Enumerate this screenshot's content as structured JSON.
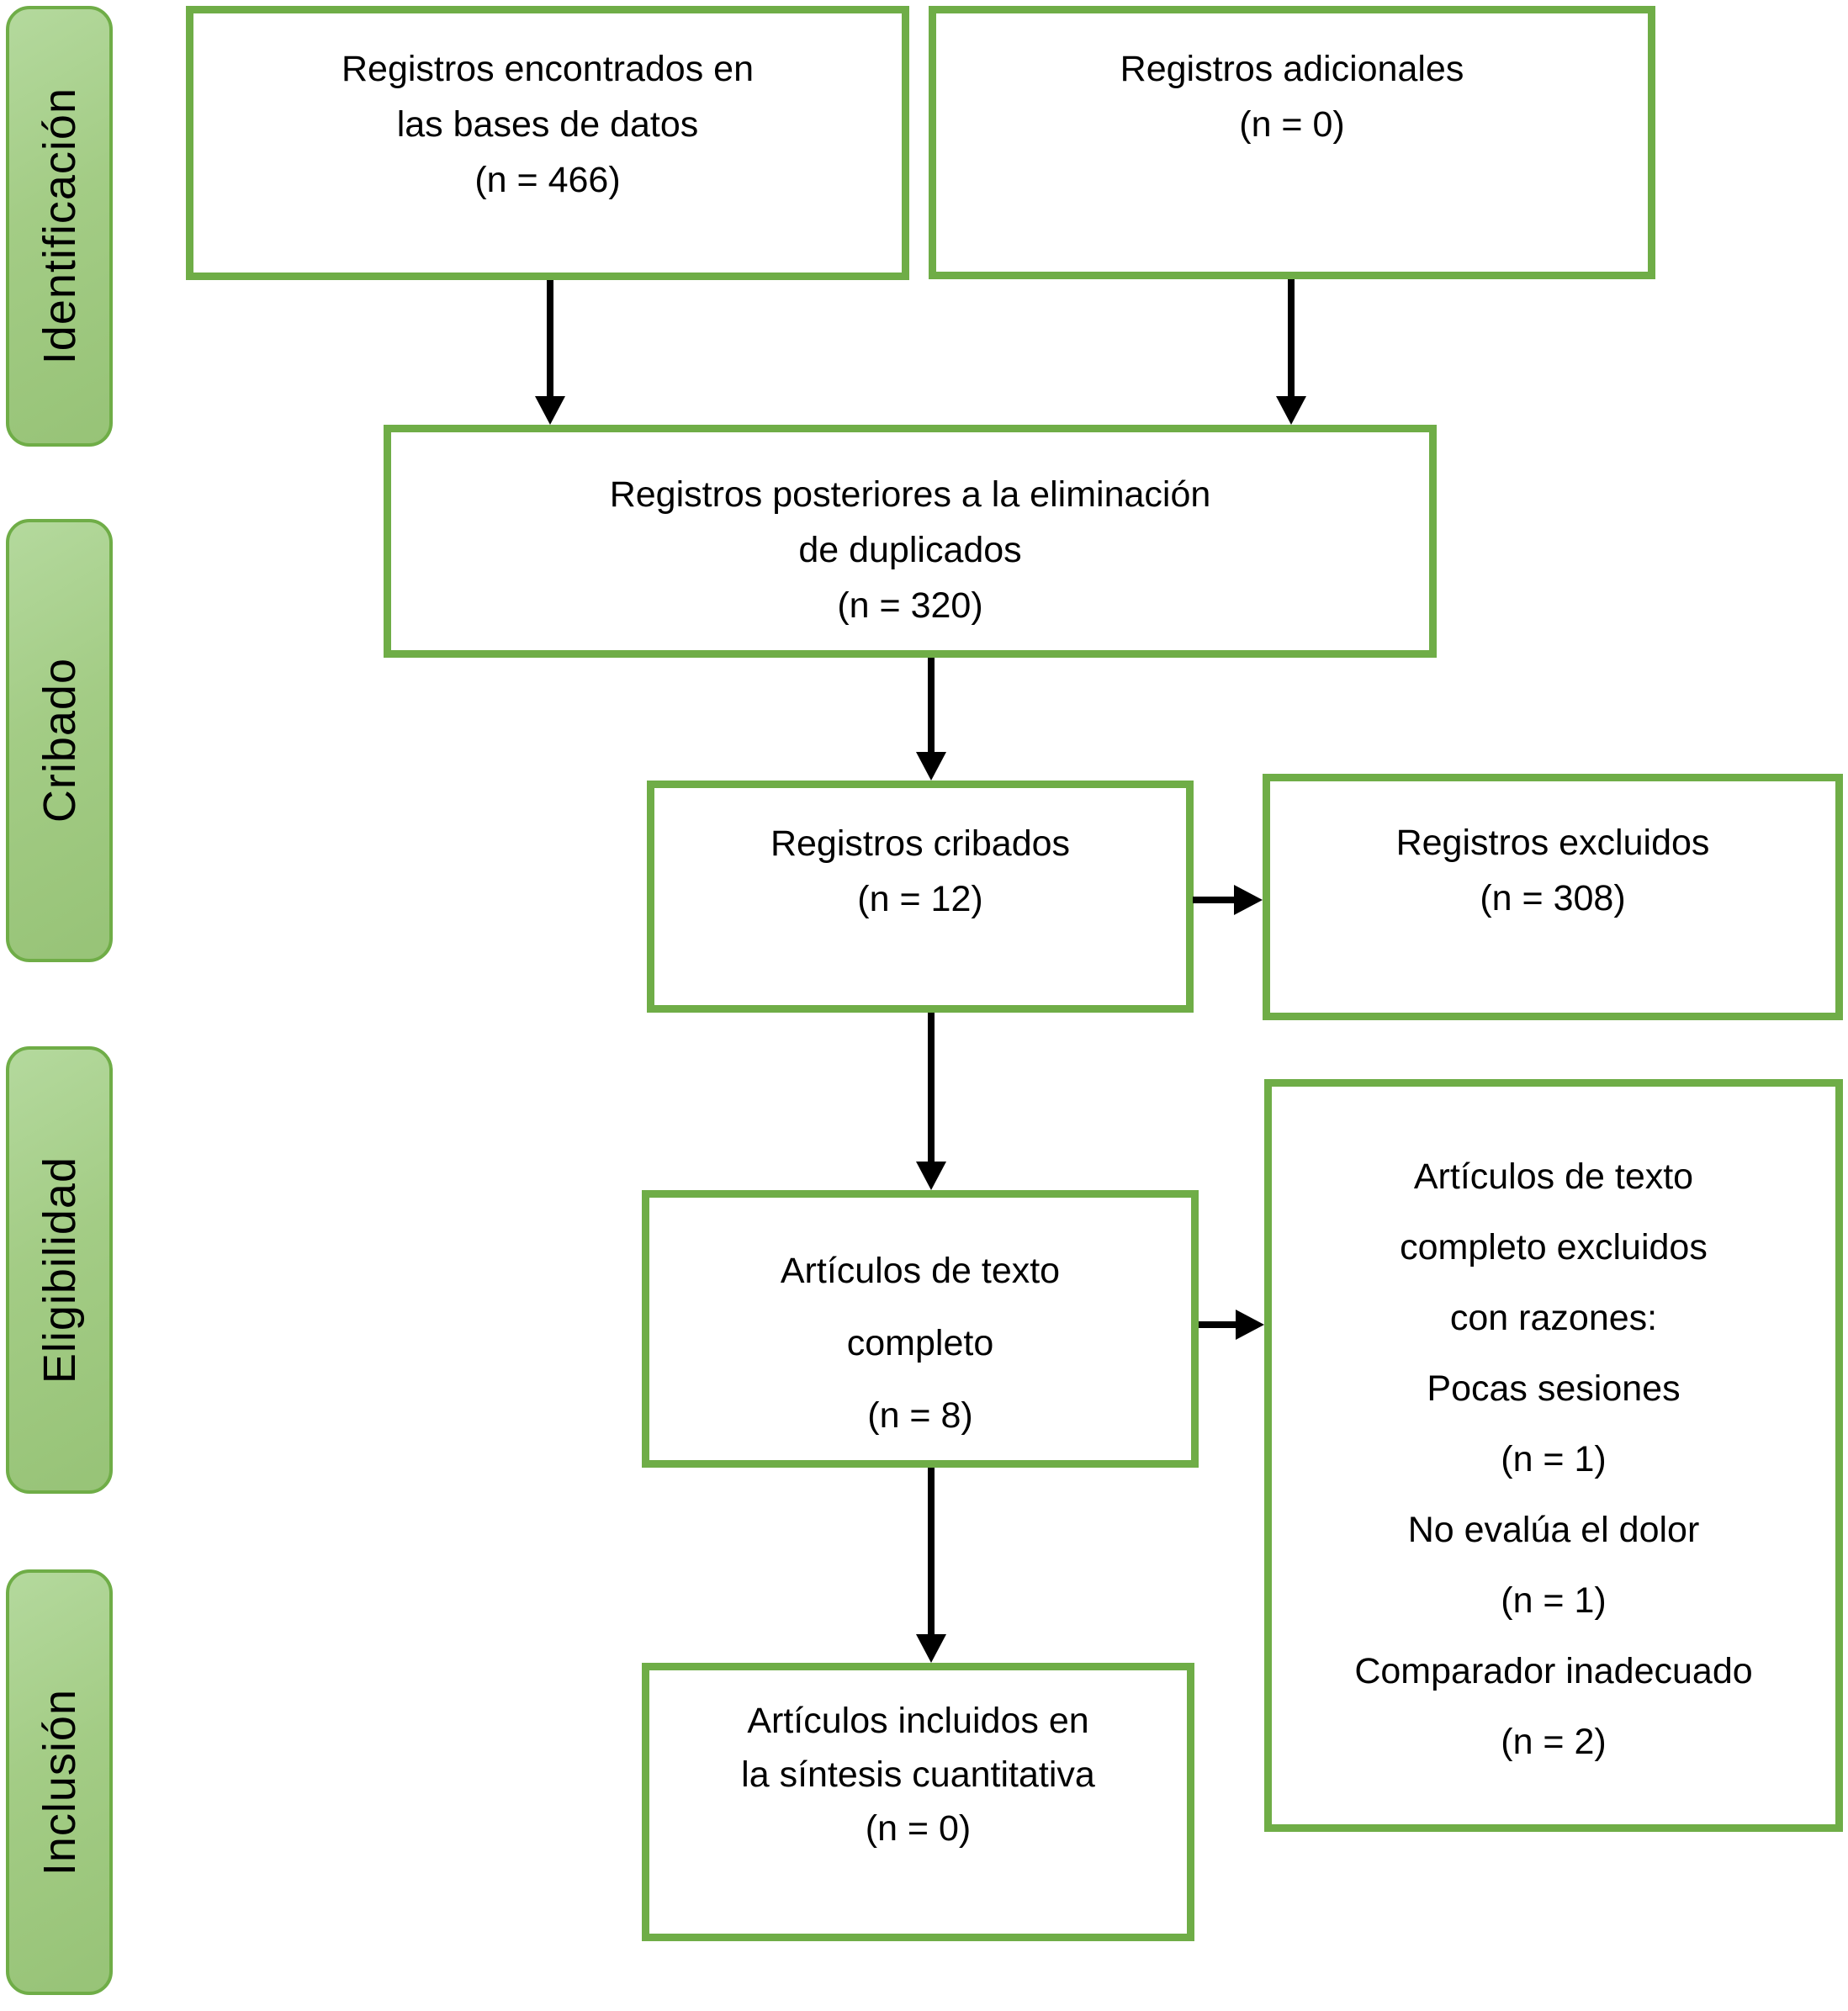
{
  "stages": [
    {
      "label": "Identificación"
    },
    {
      "label": "Cribado"
    },
    {
      "label": "Eligibilidad"
    },
    {
      "label": "Inclusión"
    }
  ],
  "boxes": {
    "records_found": {
      "lines": [
        "Registros encontrados en",
        "las bases de datos",
        "(n = 466)"
      ]
    },
    "additional_records": {
      "lines": [
        "Registros adicionales",
        "(n = 0)"
      ]
    },
    "after_duplicates": {
      "lines": [
        "Registros posteriores a la eliminación",
        "de duplicados",
        "(n = 320)"
      ]
    },
    "records_screened": {
      "lines": [
        "Registros cribados",
        "(n = 12)"
      ]
    },
    "records_excluded": {
      "lines": [
        "Registros excluidos",
        "(n = 308)"
      ]
    },
    "fulltext_articles": {
      "lines": [
        "Artículos de texto",
        "completo",
        "(n = 8)"
      ]
    },
    "fulltext_excluded": {
      "lines": [
        "Artículos de texto",
        "completo excluidos",
        "con razones:",
        "Pocas sesiones",
        "(n = 1)",
        "No evalúa el dolor",
        "(n = 1)",
        "Comparador inadecuado",
        "(n = 2)"
      ]
    },
    "included_articles": {
      "lines": [
        "Artículos incluidos en",
        "la síntesis cuantitativa",
        "(n = 0)"
      ]
    }
  },
  "colors": {
    "box_border": "#6fad47",
    "stage_fill_light": "#b4d99d",
    "stage_fill_dark": "#97c377",
    "arrow": "#000000",
    "text": "#000000"
  }
}
